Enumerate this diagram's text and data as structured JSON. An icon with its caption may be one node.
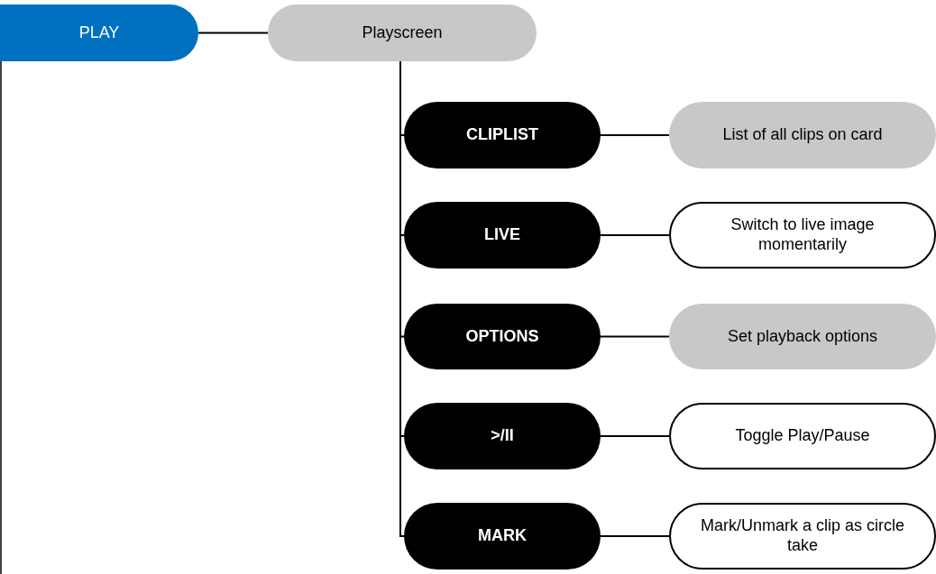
{
  "diagram": {
    "nodes": [
      {
        "text": [
          "PLAY"
        ]
      },
      {
        "text": [
          "Playscreen"
        ]
      },
      {
        "text": [
          "CLIPLIST"
        ]
      },
      {
        "text": [
          "List of all clips on card"
        ]
      },
      {
        "text": [
          "LIVE"
        ]
      },
      {
        "text": [
          "Switch to live image momentarily"
        ]
      },
      {
        "text": [
          "OPTIONS"
        ]
      },
      {
        "text": [
          "Set playback options"
        ]
      },
      {
        "text": [
          ">/II"
        ]
      },
      {
        "text": [
          "Toggle Play/Pause"
        ]
      },
      {
        "text": [
          "MARK"
        ]
      },
      {
        "text": [
          "Mark/Unmark a clip as circle take"
        ]
      }
    ],
    "edges": [
      {
        "from": 0,
        "to": 1,
        "arrow": "none"
      },
      {
        "from": 1,
        "to": 2,
        "arrow": "none"
      },
      {
        "from": 1,
        "to": 4,
        "arrow": "none"
      },
      {
        "from": 1,
        "to": 6,
        "arrow": "none"
      },
      {
        "from": 1,
        "to": 8,
        "arrow": "none"
      },
      {
        "from": 1,
        "to": 10,
        "arrow": "none"
      },
      {
        "from": 2,
        "to": 3,
        "arrow": "none"
      },
      {
        "from": 4,
        "to": 5,
        "arrow": "none"
      },
      {
        "from": 6,
        "to": 7,
        "arrow": "none"
      },
      {
        "from": 8,
        "to": 9,
        "arrow": "none"
      },
      {
        "from": 10,
        "to": 11,
        "arrow": "none"
      }
    ]
  }
}
